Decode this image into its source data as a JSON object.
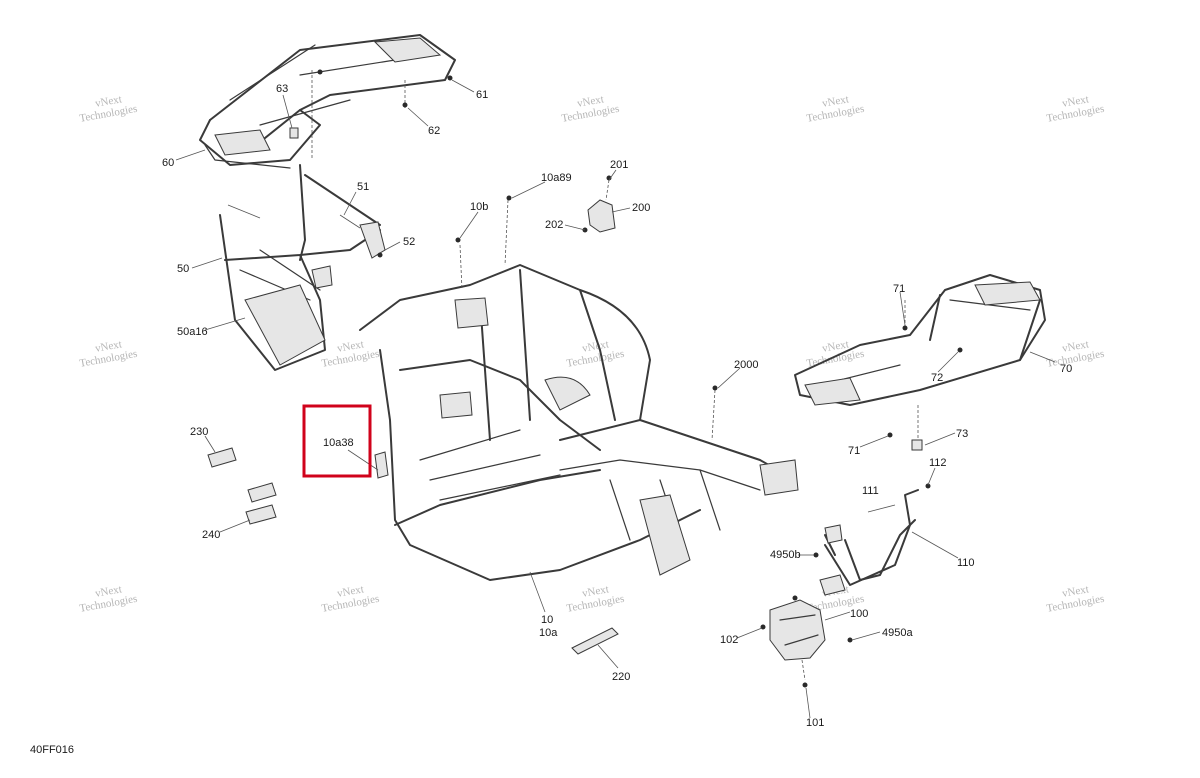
{
  "watermark_text": [
    "vNext",
    "Technologies"
  ],
  "diagram_code": "40FF016",
  "highlight_color": "#d0021b",
  "callouts": {
    "c60": "60",
    "c63": "63",
    "c61": "61",
    "c62": "62",
    "c51": "51",
    "c52": "52",
    "c50": "50",
    "c50a16": "50a16",
    "c230": "230",
    "c240": "240",
    "c10a38": "10a38",
    "c10b": "10b",
    "c10a89": "10a89",
    "c201": "201",
    "c200": "200",
    "c202": "202",
    "c2000": "2000",
    "c71a": "71",
    "c72": "72",
    "c70": "70",
    "c71b": "71",
    "c73": "73",
    "c112": "112",
    "c111": "111",
    "c110": "110",
    "c4950b": "4950b",
    "c100": "100",
    "c4950a": "4950a",
    "c102": "102",
    "c101": "101",
    "c10": "10",
    "c10a": "10a",
    "c220": "220"
  }
}
